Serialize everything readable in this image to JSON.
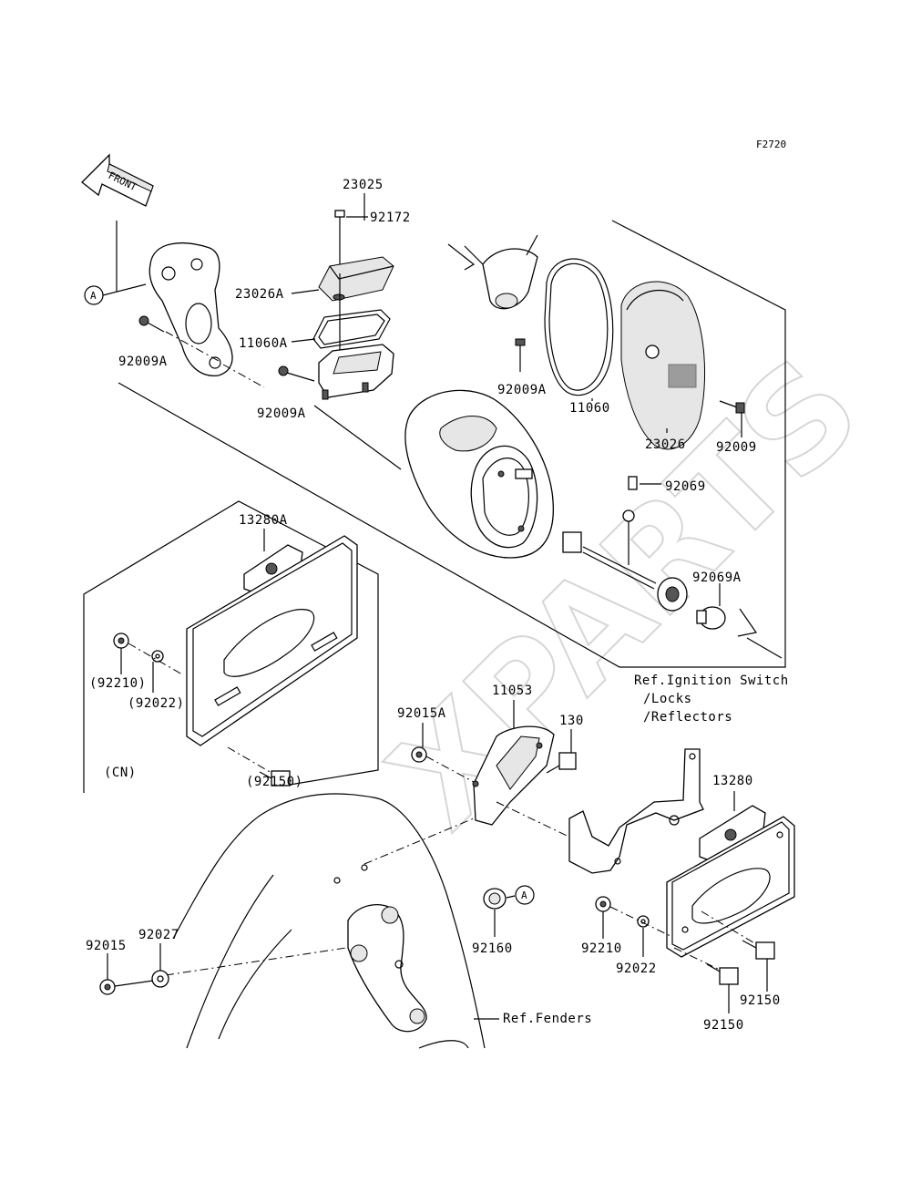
{
  "figure_code": "F2720",
  "watermark": "XPARTS",
  "front_arrow_text": "FRONT",
  "callouts": {
    "a_top": "A",
    "a_bottom": "A"
  },
  "labels": {
    "l23025": "23025",
    "l92172": "92172",
    "l23026A": "23026A",
    "l11060A": "11060A",
    "l92009A_1": "92009A",
    "l92009A_2": "92009A",
    "l92009A_3": "92009A",
    "l11060": "11060",
    "l23026": "23026",
    "l92009": "92009",
    "l92069": "92069",
    "l92069A": "92069A",
    "l13280A": "13280A",
    "l92210_p": "(92210)",
    "l92022_p": "(92022)",
    "l92150_p": "(92150)",
    "cn": "(CN)",
    "l92015A": "92015A",
    "l11053": "11053",
    "l130": "130",
    "l13280": "13280",
    "l92015": "92015",
    "l92027": "92027",
    "l92160": "92160",
    "l92210": "92210",
    "l92022": "92022",
    "l92150_1": "92150",
    "l92150_2": "92150"
  },
  "refs": {
    "ignition_1": "Ref.Ignition Switch",
    "ignition_2": "/Locks",
    "ignition_3": "/Reflectors",
    "fenders": "Ref.Fenders"
  }
}
